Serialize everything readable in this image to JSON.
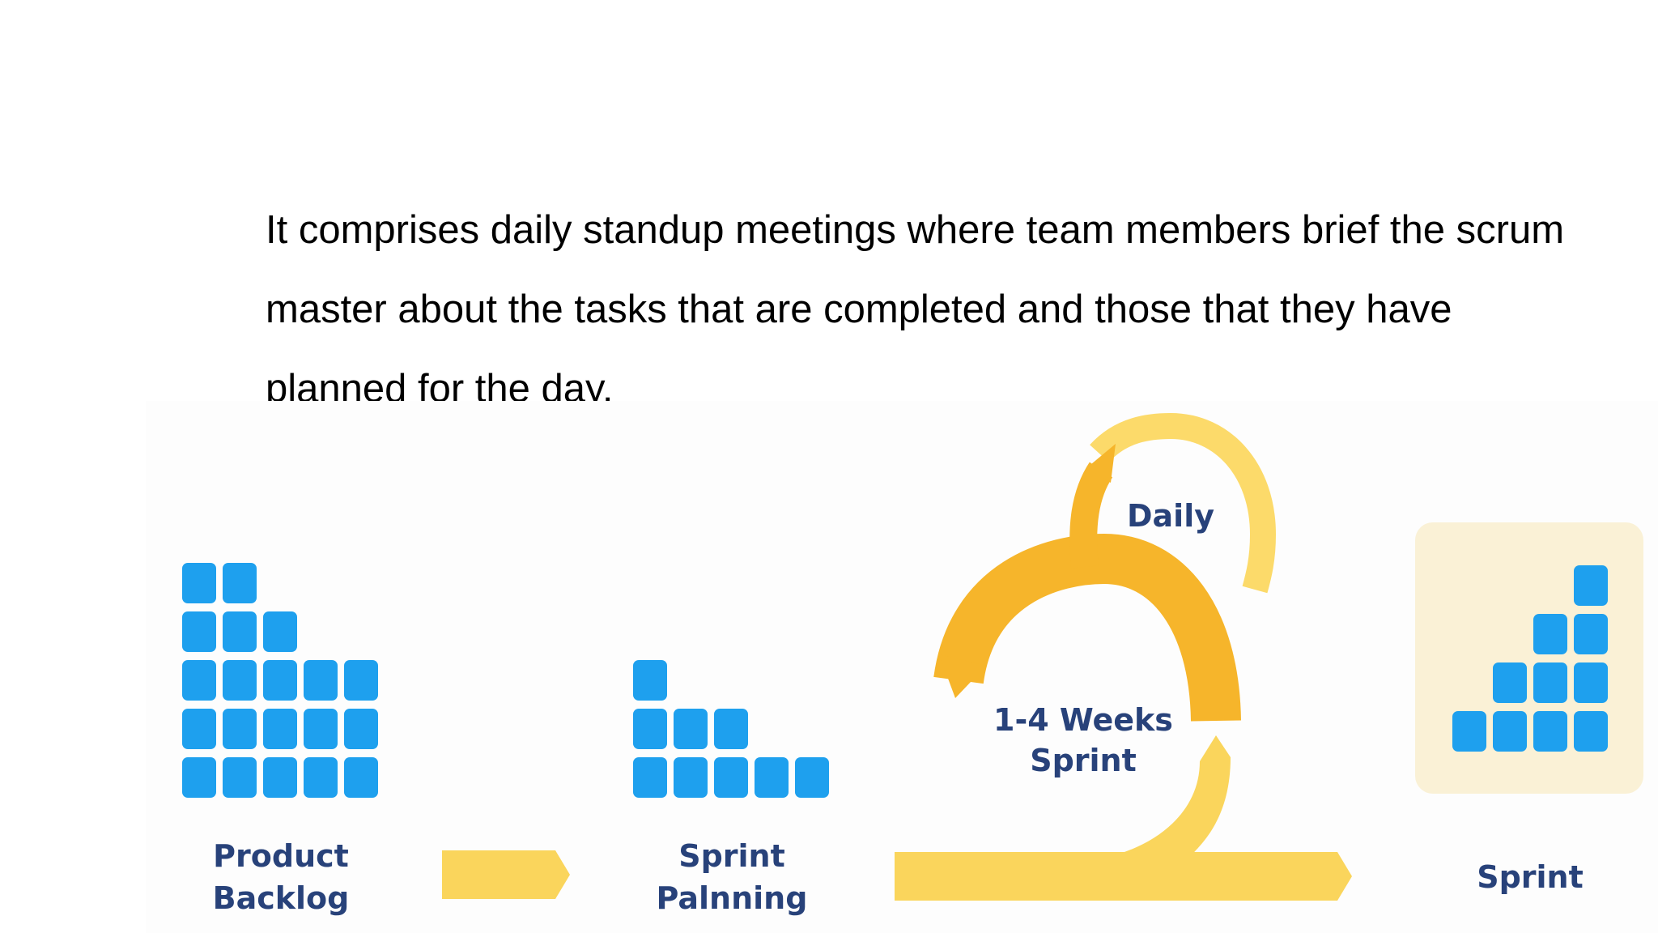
{
  "paragraph": {
    "lines": [
      "It comprises daily standup meetings where team members brief the scrum",
      "master about the tasks that are completed and those that they have",
      "planned for the day."
    ]
  },
  "diagram": {
    "product_backlog": {
      "line1": "Product",
      "line2": "Backlog"
    },
    "sprint_planning": {
      "line1": "Sprint",
      "line2": "Palnning"
    },
    "cycle": {
      "line1": "1-4 Weeks",
      "line2": "Sprint"
    },
    "daily": "Daily",
    "sprint": "Sprint"
  },
  "colors": {
    "block_blue": "#1ea0ee",
    "arrow_yellow": "#fad55c",
    "cycle_orange": "#f6b52b",
    "sprint_box_bg": "#faf1d6",
    "label_navy": "#28427a",
    "text": "#000000"
  }
}
